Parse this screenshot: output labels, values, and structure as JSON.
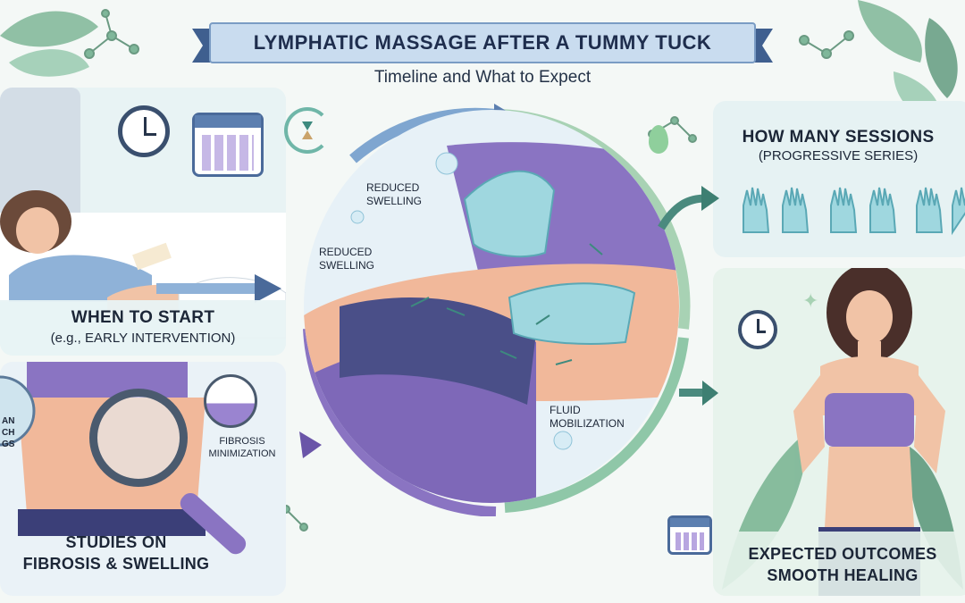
{
  "banner": {
    "title": "LYMPHATIC MASSAGE AFTER A TUMMY TUCK",
    "subtitle": "Timeline and What to Expect"
  },
  "panels": {
    "when_to_start": {
      "title": "WHEN TO START",
      "subtitle": "(e.g., EARLY INTERVENTION)"
    },
    "studies": {
      "title_line1": "STUDIES ON",
      "title_line2": "FIBROSIS & SWELLING",
      "magnifier_label_line1": "FIBROSIS",
      "magnifier_label_line2": "MINIMIZATION",
      "cut_label_line1": "AN",
      "cut_label_line2": "CH",
      "cut_label_line3": "GS"
    },
    "sessions": {
      "title": "HOW MANY SESSIONS",
      "subtitle": "(PROGRESSIVE SERIES)"
    },
    "outcomes": {
      "title_line1": "EXPECTED OUTCOMES",
      "title_line2": "SMOOTH HEALING"
    }
  },
  "center": {
    "label_reduced_1_line1": "REDUCED",
    "label_reduced_1_line2": "SWELLING",
    "label_reduced_2_line1": "REDUCED",
    "label_reduced_2_line2": "SWELLING",
    "label_fluid_line1": "FLUID",
    "label_fluid_line2": "MOBILIZATION"
  },
  "colors": {
    "banner_blue": "#4a6a9a",
    "banner_light": "#c9dcef",
    "purple": "#8a74c2",
    "teal": "#6fb6a8",
    "skin": "#f1b89a",
    "glove": "#9fd7df",
    "panel_bg": "#e6f2f3"
  },
  "icons": [
    "clock-icon",
    "calendar-icon",
    "hourglass-cycle-icon",
    "droplet-icon",
    "glove-icon",
    "magnifier-icon",
    "leaf-icon",
    "molecule-icon",
    "sparkle-icon"
  ]
}
